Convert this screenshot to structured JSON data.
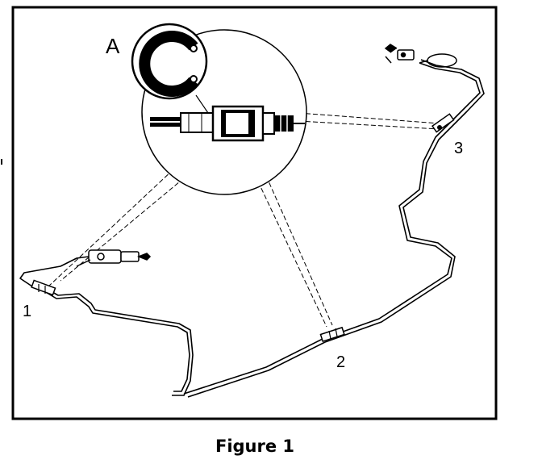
{
  "figure": {
    "callout_letter": "A",
    "markers": [
      "1",
      "2",
      "3"
    ],
    "caption": "Figure 1"
  }
}
